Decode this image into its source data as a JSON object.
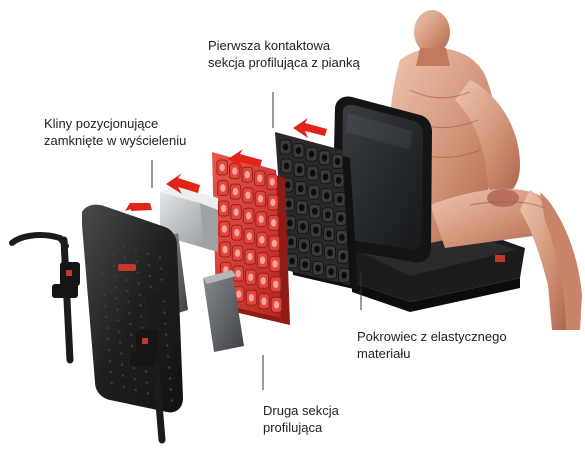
{
  "labels": {
    "first_section": {
      "line1": "Pierwsza kontaktowa",
      "line2": "sekcja profilująca z pianką"
    },
    "wedges": {
      "line1": "Kliny pozycjonujące",
      "line2": "zamknięte w wyścieleniu"
    },
    "cover": {
      "line1": "Pokrowiec z elastycznego",
      "line2": "materiału"
    },
    "second_section": {
      "line1": "Druga sekcja",
      "line2": "profilująca"
    }
  },
  "colors": {
    "arrow": "#e2231a",
    "red_section": "#d9433b",
    "black_section": "#2a2a2a",
    "frame": "#1f1f1f",
    "foam_wedge": "#b9bbbe",
    "skin": "#d9a88f"
  }
}
